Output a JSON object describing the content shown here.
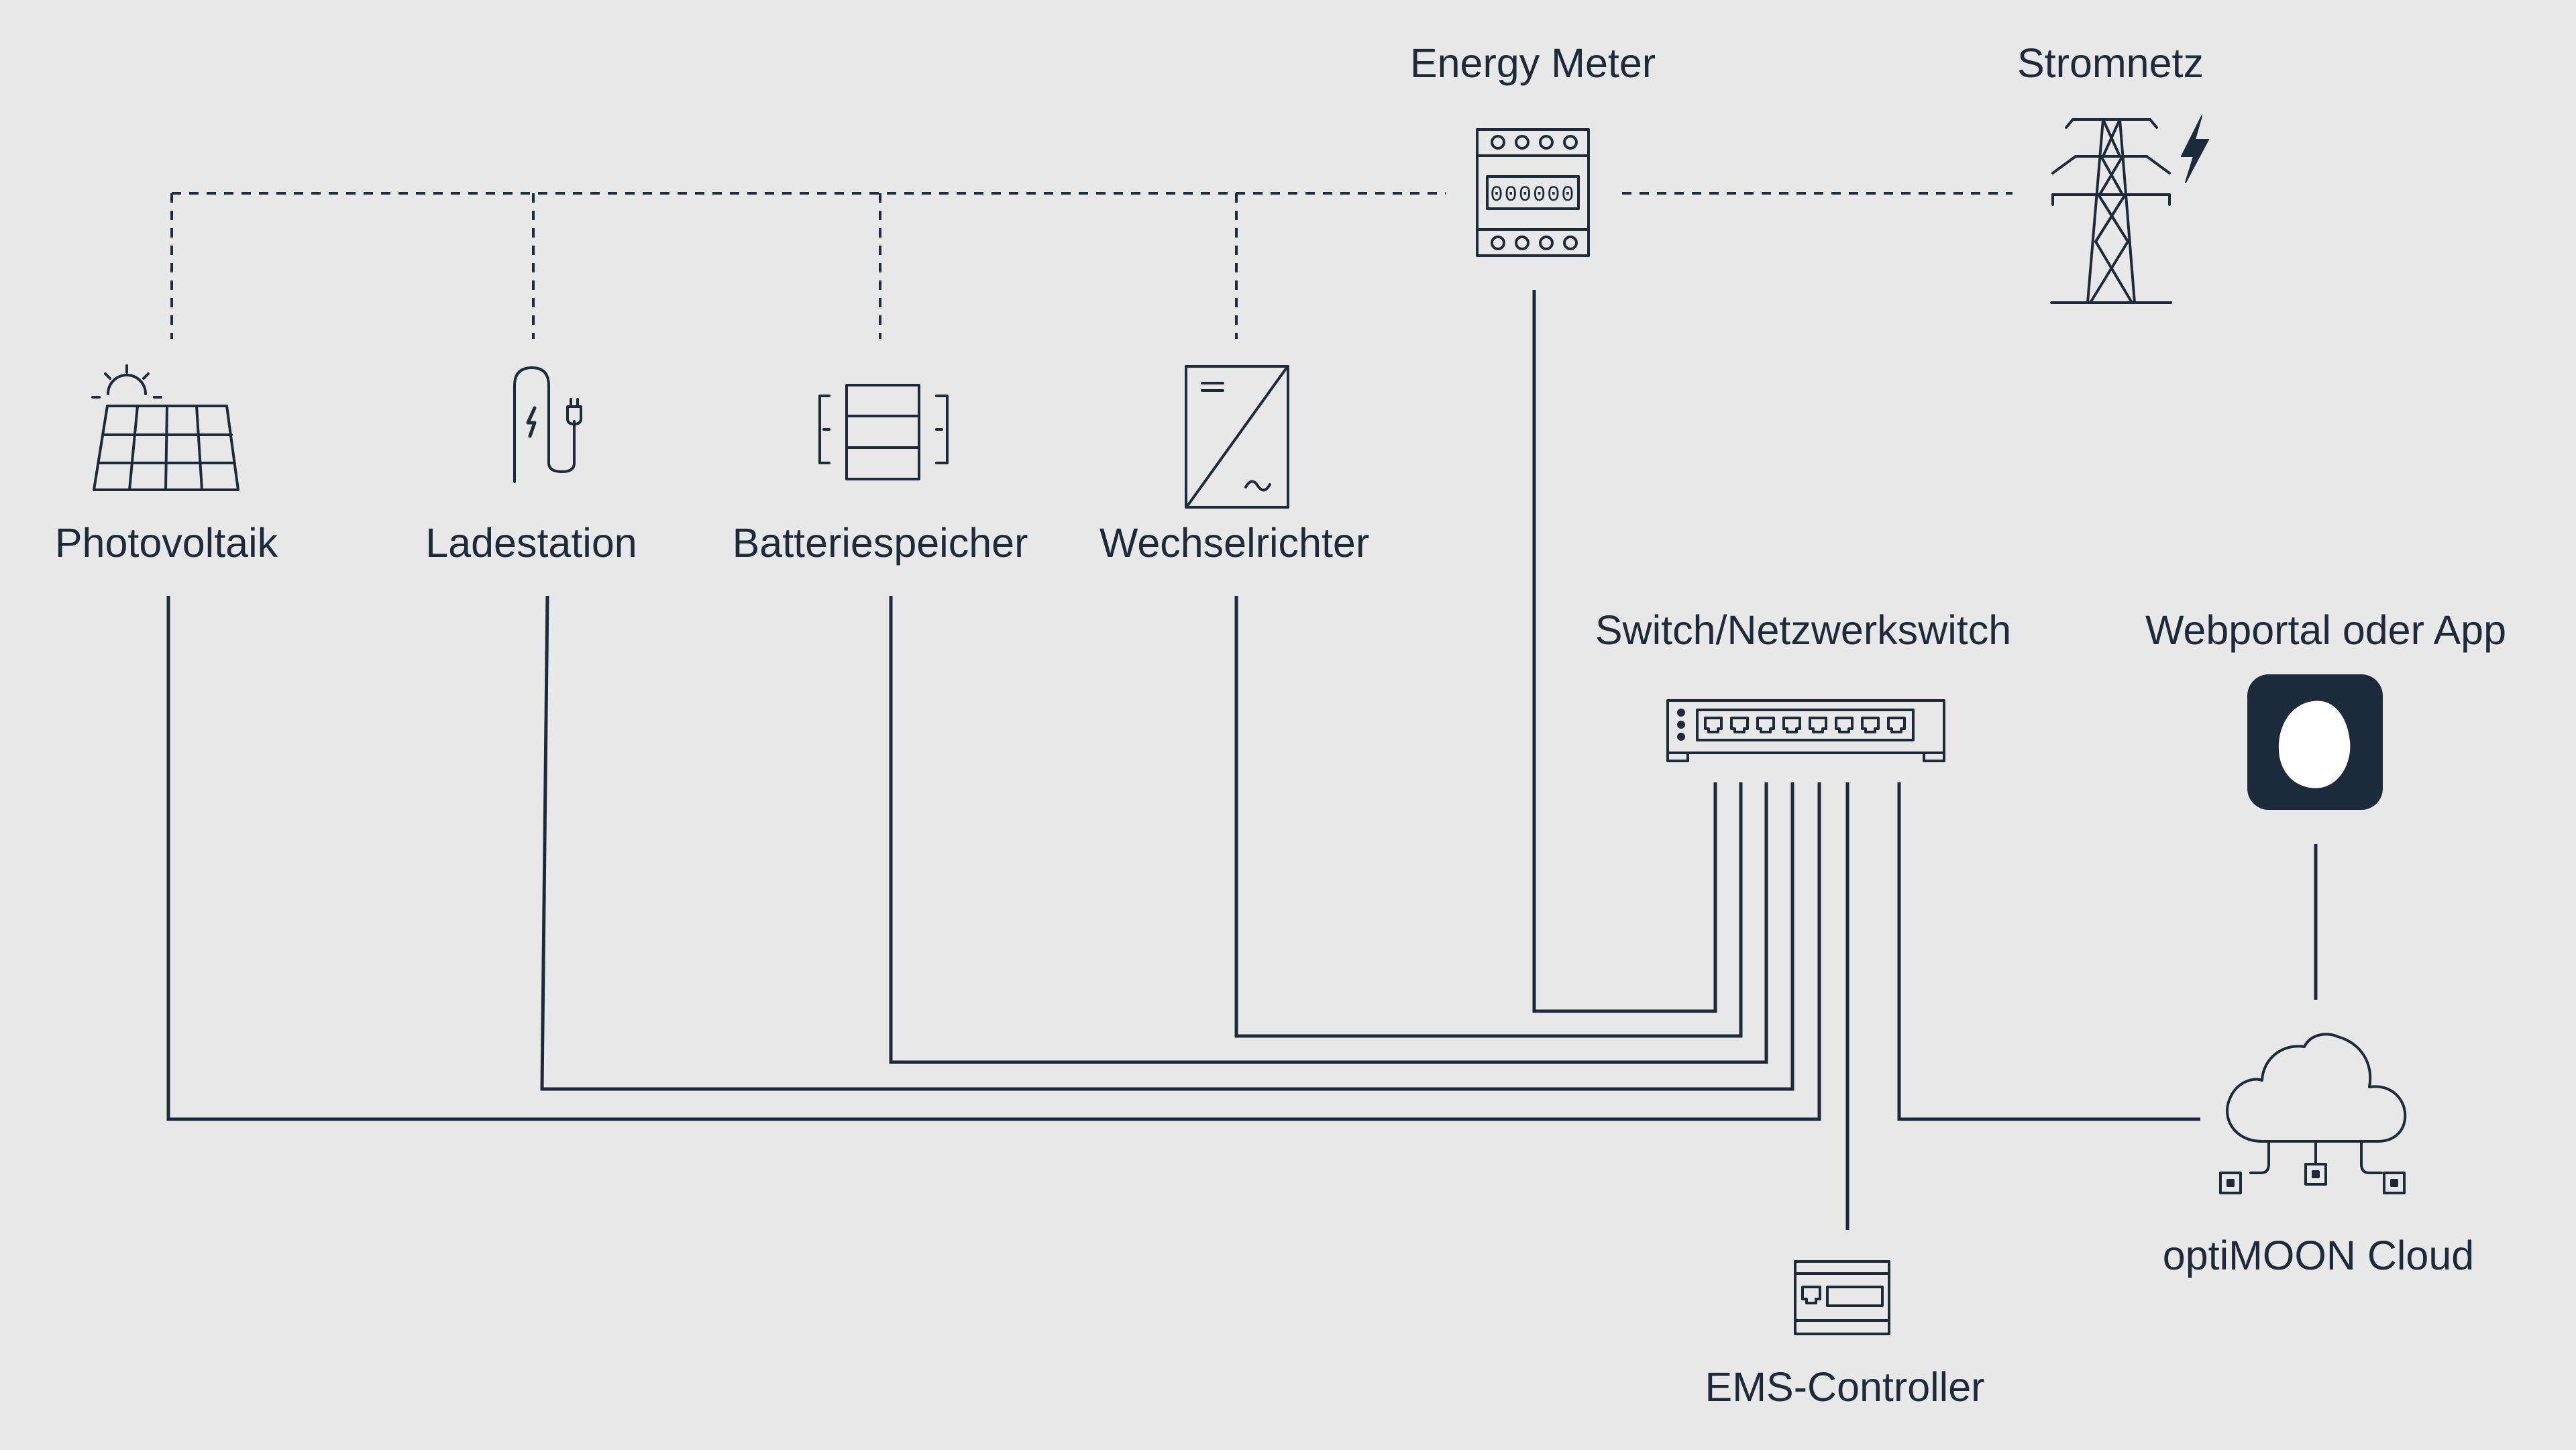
{
  "labels": {
    "energy_meter": "Energy Meter",
    "stromnetz": "Stromnetz",
    "photovoltaik": "Photovoltaik",
    "ladestation": "Ladestation",
    "batteriespeicher": "Batteriespeicher",
    "wechselrichter": "Wechselrichter",
    "switch": "Switch/Netzwerkswitch",
    "webportal": "Webportal oder App",
    "cloud": "optiMOON Cloud",
    "ems": "EMS-Controller"
  },
  "meter_display": "000000",
  "colors": {
    "background": "#e8e8e8",
    "ink": "#1c2a3c",
    "app_tile": "#1c2a3c",
    "app_moon": "#ffffff"
  },
  "icons": {
    "pv": "solar-panel-icon",
    "charger": "ev-charger-icon",
    "battery": "battery-storage-icon",
    "inverter": "inverter-icon",
    "meter": "energy-meter-icon",
    "grid": "power-pylon-icon",
    "switch": "network-switch-icon",
    "app": "app-moon-icon",
    "cloud": "cloud-network-icon",
    "ems": "ems-controller-icon"
  }
}
